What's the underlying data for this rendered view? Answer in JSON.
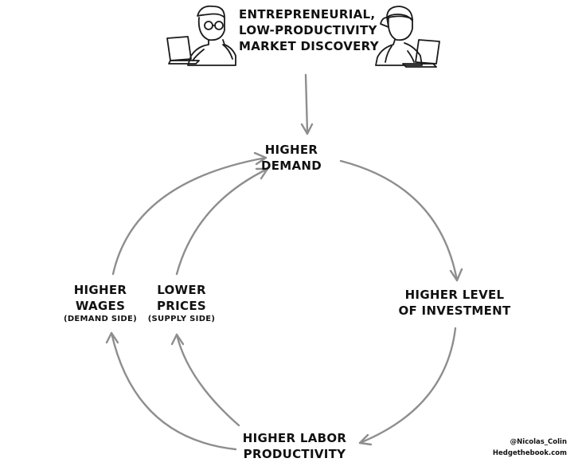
{
  "top_title": {
    "lines": [
      "Entrepreneurial,",
      "Low-Productivity",
      "Market Discovery"
    ]
  },
  "nodes": {
    "demand": {
      "lines": [
        "Higher",
        "Demand"
      ]
    },
    "investment": {
      "lines": [
        "Higher Level",
        "of Investment"
      ]
    },
    "productivity": {
      "lines": [
        "Higher Labor",
        "Productivity"
      ]
    },
    "wages": {
      "lines": [
        "Higher",
        "Wages",
        "(Demand side)"
      ]
    },
    "prices": {
      "lines": [
        "Lower",
        "Prices",
        "(Supply side)"
      ]
    }
  },
  "credit": {
    "handle": "@Nicolas_Colin",
    "site": "Hedgethebook.com"
  },
  "colors": {
    "arrow": "#8e8e8e",
    "ink": "#111111",
    "skin_dark": "#5a3a2a"
  },
  "icons": [
    "person-with-laptop-glasses-icon",
    "person-with-laptop-icon"
  ]
}
